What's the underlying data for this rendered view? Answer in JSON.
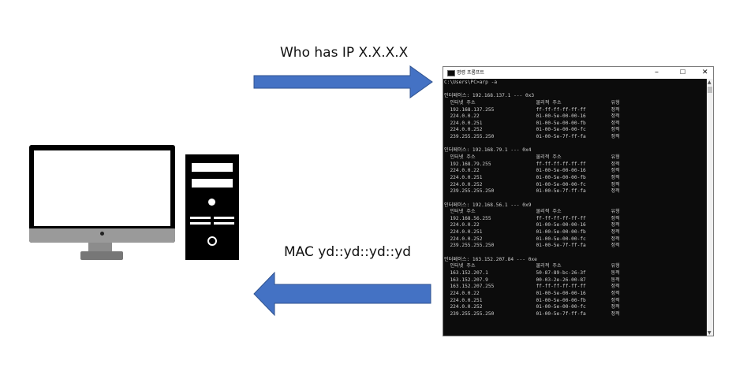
{
  "request_label": "Who has IP X.X.X.X",
  "reply_label": "MAC yd::yd::yd::yd",
  "colors": {
    "arrow": "#4472c4",
    "arrow_border": "#2f528f",
    "console_bg": "#0c0c0c",
    "console_text": "#cfcfcf"
  },
  "cmd_window": {
    "title": "명령 프롬프트",
    "icon": "cmd-icon",
    "controls": {
      "minimize": "–",
      "maximize": "☐",
      "close": "✕"
    },
    "prompt": "C:\\Users\\PC>arp -a",
    "headers": {
      "ip": "인터넷 주소",
      "mac": "물리적 주소",
      "type": "유형"
    },
    "interfaces": [
      {
        "line": "인터페이스: 192.168.137.1 --- 0x3",
        "entries": [
          {
            "ip": "192.168.137.255",
            "mac": "ff-ff-ff-ff-ff-ff",
            "type": "정적"
          },
          {
            "ip": "224.0.0.22",
            "mac": "01-00-5e-00-00-16",
            "type": "정적"
          },
          {
            "ip": "224.0.0.251",
            "mac": "01-00-5e-00-00-fb",
            "type": "정적"
          },
          {
            "ip": "224.0.0.252",
            "mac": "01-00-5e-00-00-fc",
            "type": "정적"
          },
          {
            "ip": "239.255.255.250",
            "mac": "01-00-5e-7f-ff-fa",
            "type": "정적"
          }
        ]
      },
      {
        "line": "인터페이스: 192.168.79.1 --- 0x4",
        "entries": [
          {
            "ip": "192.168.79.255",
            "mac": "ff-ff-ff-ff-ff-ff",
            "type": "정적"
          },
          {
            "ip": "224.0.0.22",
            "mac": "01-00-5e-00-00-16",
            "type": "정적"
          },
          {
            "ip": "224.0.0.251",
            "mac": "01-00-5e-00-00-fb",
            "type": "정적"
          },
          {
            "ip": "224.0.0.252",
            "mac": "01-00-5e-00-00-fc",
            "type": "정적"
          },
          {
            "ip": "239.255.255.250",
            "mac": "01-00-5e-7f-ff-fa",
            "type": "정적"
          }
        ]
      },
      {
        "line": "인터페이스: 192.168.56.1 --- 0x9",
        "entries": [
          {
            "ip": "192.168.56.255",
            "mac": "ff-ff-ff-ff-ff-ff",
            "type": "정적"
          },
          {
            "ip": "224.0.0.22",
            "mac": "01-00-5e-00-00-16",
            "type": "정적"
          },
          {
            "ip": "224.0.0.251",
            "mac": "01-00-5e-00-00-fb",
            "type": "정적"
          },
          {
            "ip": "224.0.0.252",
            "mac": "01-00-5e-00-00-fc",
            "type": "정적"
          },
          {
            "ip": "239.255.255.250",
            "mac": "01-00-5e-7f-ff-fa",
            "type": "정적"
          }
        ]
      },
      {
        "line": "인터페이스: 163.152.207.84 --- 0xe",
        "entries": [
          {
            "ip": "163.152.207.1",
            "mac": "50-87-89-bc-26-3f",
            "type": "동적"
          },
          {
            "ip": "163.152.207.9",
            "mac": "00-03-2e-26-00-87",
            "type": "동적"
          },
          {
            "ip": "163.152.207.255",
            "mac": "ff-ff-ff-ff-ff-ff",
            "type": "정적"
          },
          {
            "ip": "224.0.0.22",
            "mac": "01-00-5e-00-00-16",
            "type": "정적"
          },
          {
            "ip": "224.0.0.251",
            "mac": "01-00-5e-00-00-fb",
            "type": "정적"
          },
          {
            "ip": "224.0.0.252",
            "mac": "01-00-5e-00-00-fc",
            "type": "정적"
          },
          {
            "ip": "239.255.255.250",
            "mac": "01-00-5e-7f-ff-fa",
            "type": "정적"
          }
        ]
      }
    ]
  }
}
